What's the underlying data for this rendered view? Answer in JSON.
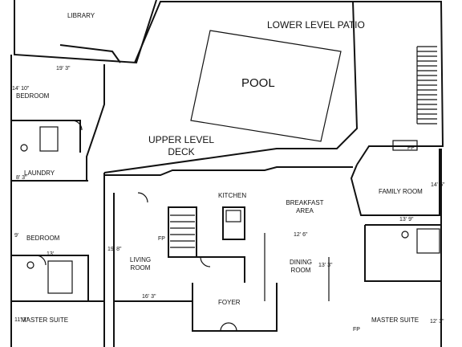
{
  "rooms": {
    "library": "LIBRARY",
    "bedroom_upper": "BEDROOM",
    "laundry": "LAUNDRY",
    "bedroom_lower": "BEDROOM",
    "master_suite_left": "MASTER SUITE",
    "upper_level_deck_line1": "UPPER LEVEL",
    "upper_level_deck_line2": "DECK",
    "lower_level_patio": "LOWER LEVEL PATIO",
    "pool": "POOL",
    "kitchen": "KITCHEN",
    "breakfast_line1": "BREAKFAST",
    "breakfast_line2": "AREA",
    "family_room": "FAMILY ROOM",
    "living_line1": "LIVING",
    "living_line2": "ROOM",
    "dining_line1": "DINING",
    "dining_line2": "ROOM",
    "foyer": "FOYER",
    "master_suite_right": "MASTER SUITE"
  },
  "dimensions": {
    "library_width": "19' 3\"",
    "bedroom_upper_height": "14' 10\"",
    "laundry_height": "8' 3\"",
    "bedroom_lower_height": "9'",
    "bedroom_lower_width": "13'",
    "living_height": "19' 8\"",
    "living_width": "16' 3\"",
    "breakfast_width": "12' 6\"",
    "dining_height": "13' 3\"",
    "family_height": "14' 5\"",
    "family_width": "13' 9\"",
    "master_left_height": "11' 3\"",
    "master_right_height": "12' 3\""
  },
  "fireplaces": {
    "family": "FP",
    "living": "FP",
    "master": "FP"
  },
  "colors": {
    "line": "#111111",
    "background": "#ffffff"
  }
}
